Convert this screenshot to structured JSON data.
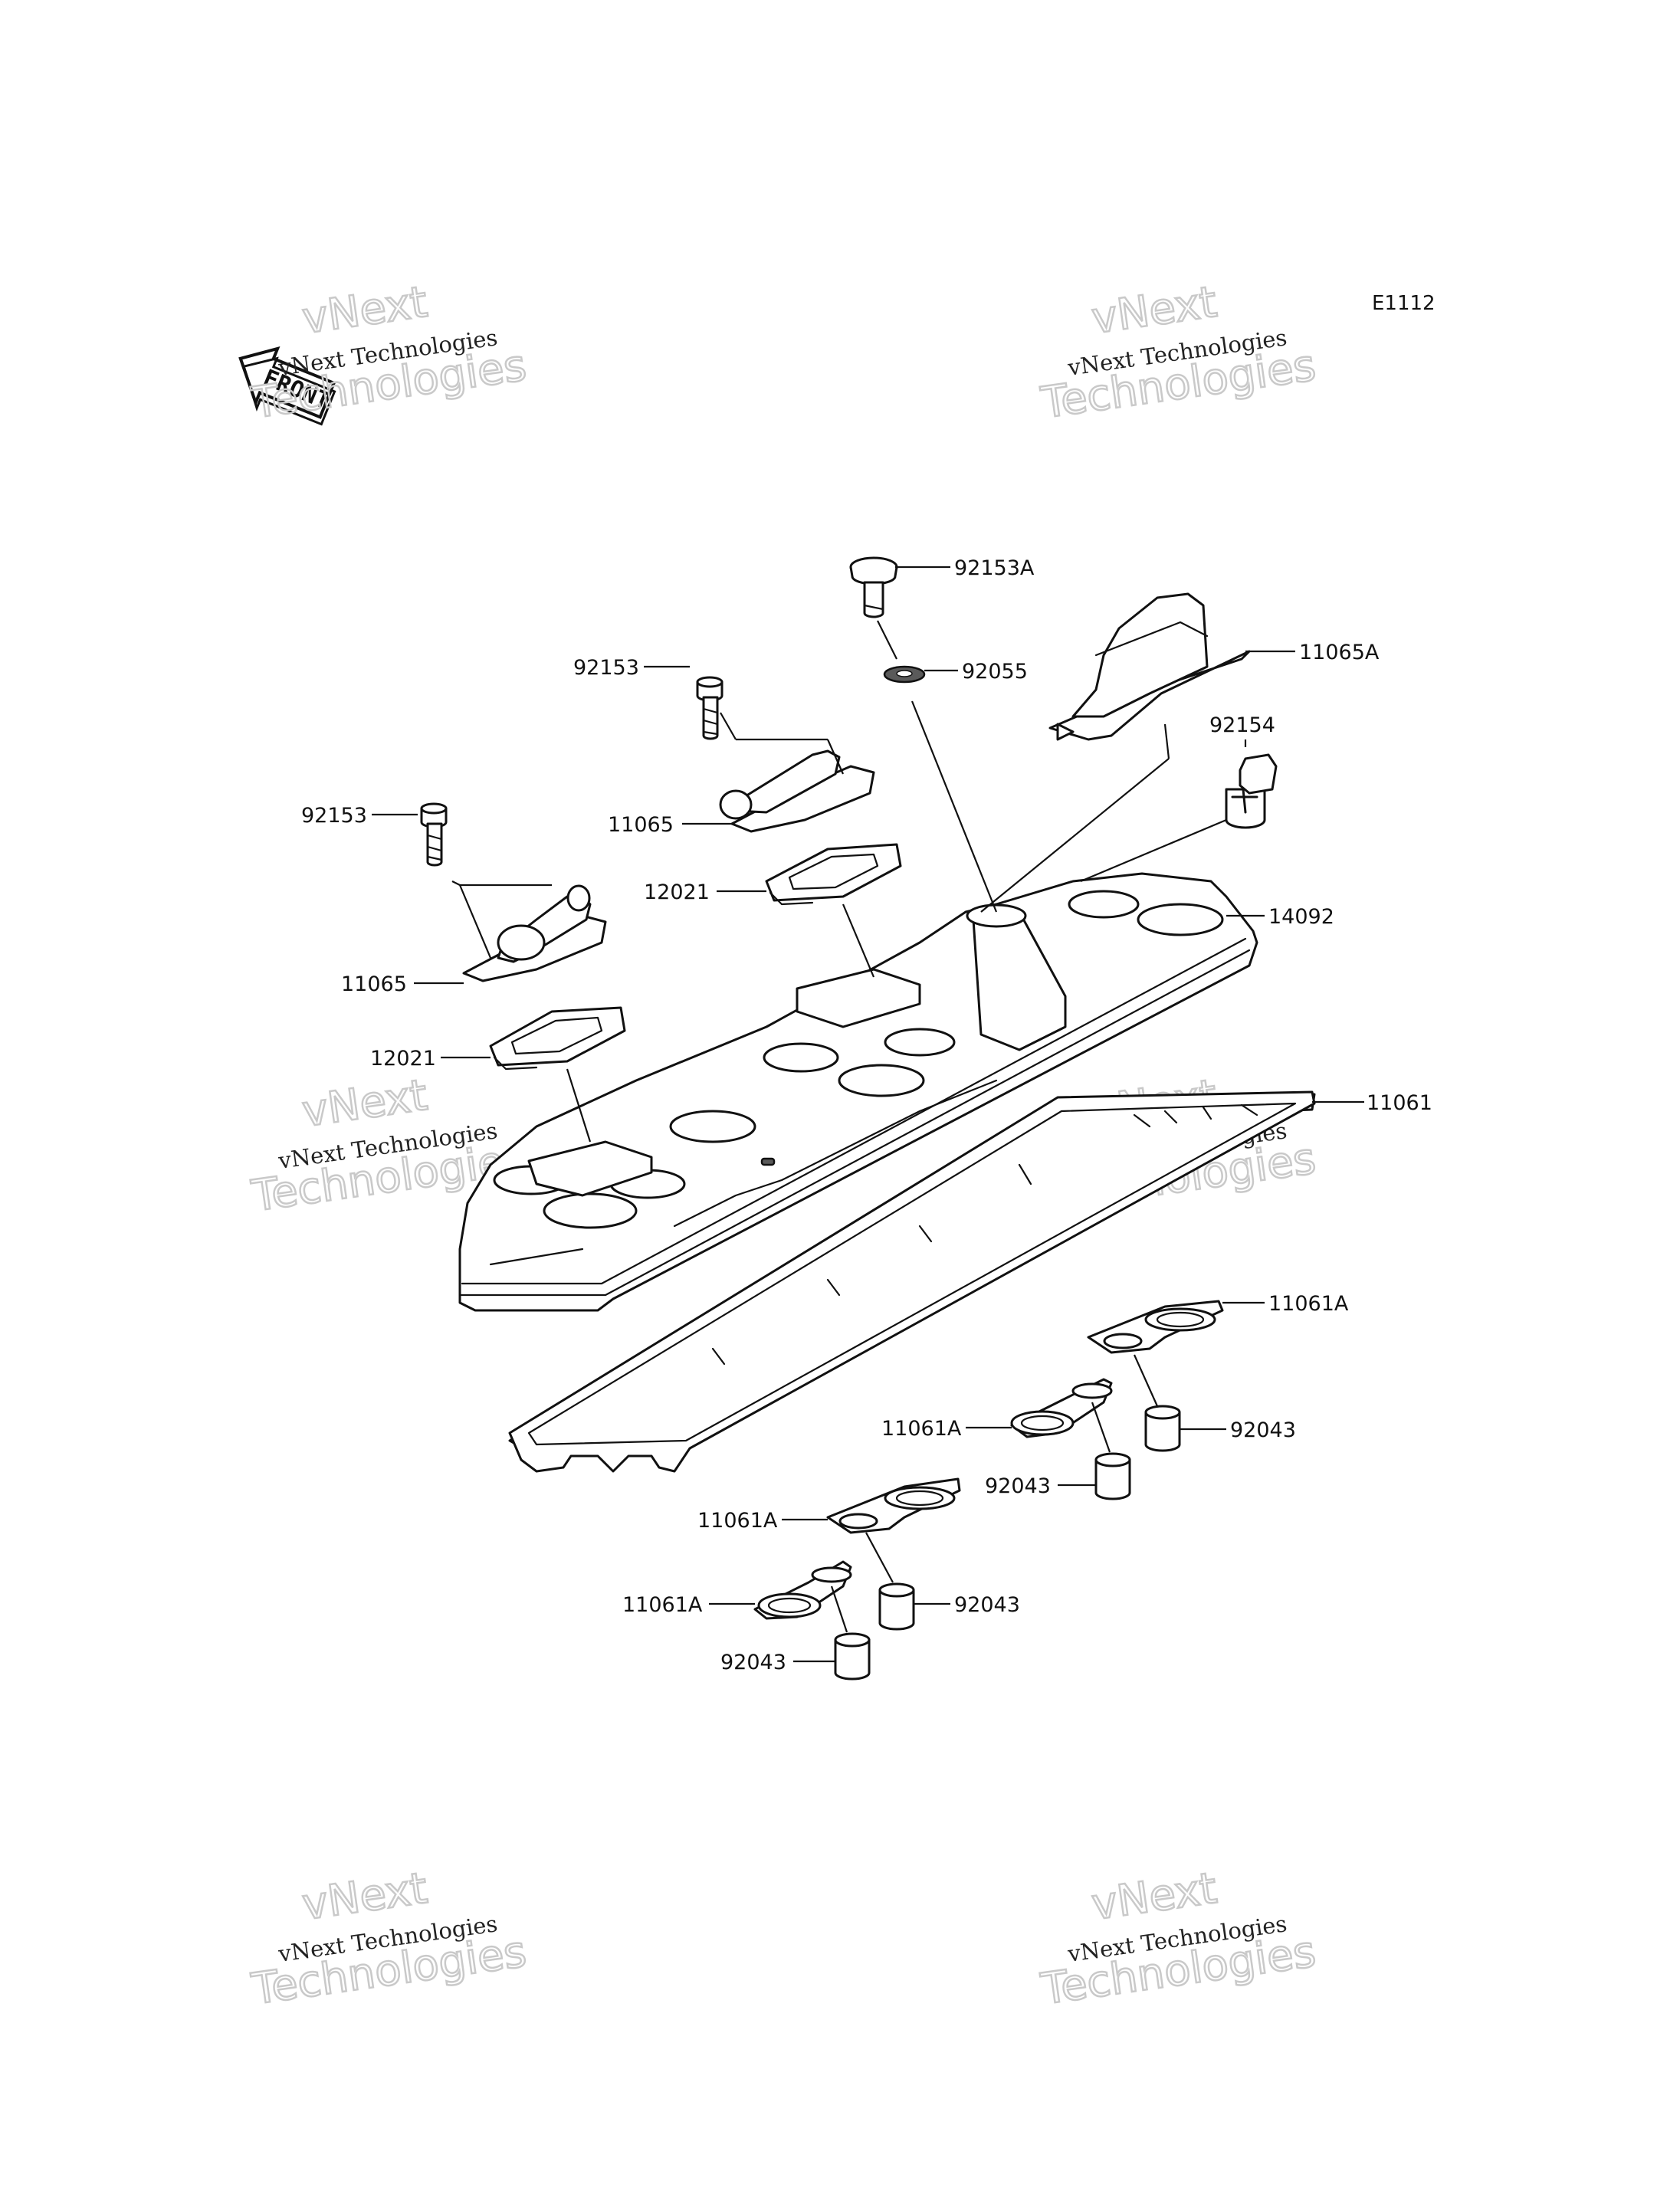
{
  "diagram_code": "E1112",
  "front_marker": "FRONT",
  "watermark": {
    "line1": "vNext Technologies",
    "line2_a": "vNext",
    "line2_b": "Technologies"
  },
  "labels": {
    "p92153A": "92153A",
    "p92055": "92055",
    "p11065A": "11065A",
    "p92154": "92154",
    "p92153_upper": "92153",
    "p11065_upper": "11065",
    "p12021_upper": "12021",
    "p14092": "14092",
    "p92153_lower": "92153",
    "p11065_lower": "11065",
    "p12021_lower": "12021",
    "p11061": "11061",
    "p11061A_1": "11061A",
    "p11061A_2": "11061A",
    "p11061A_3": "11061A",
    "p11061A_4": "11061A",
    "p92043_1": "92043",
    "p92043_2": "92043",
    "p92043_3": "92043",
    "p92043_4": "92043"
  }
}
